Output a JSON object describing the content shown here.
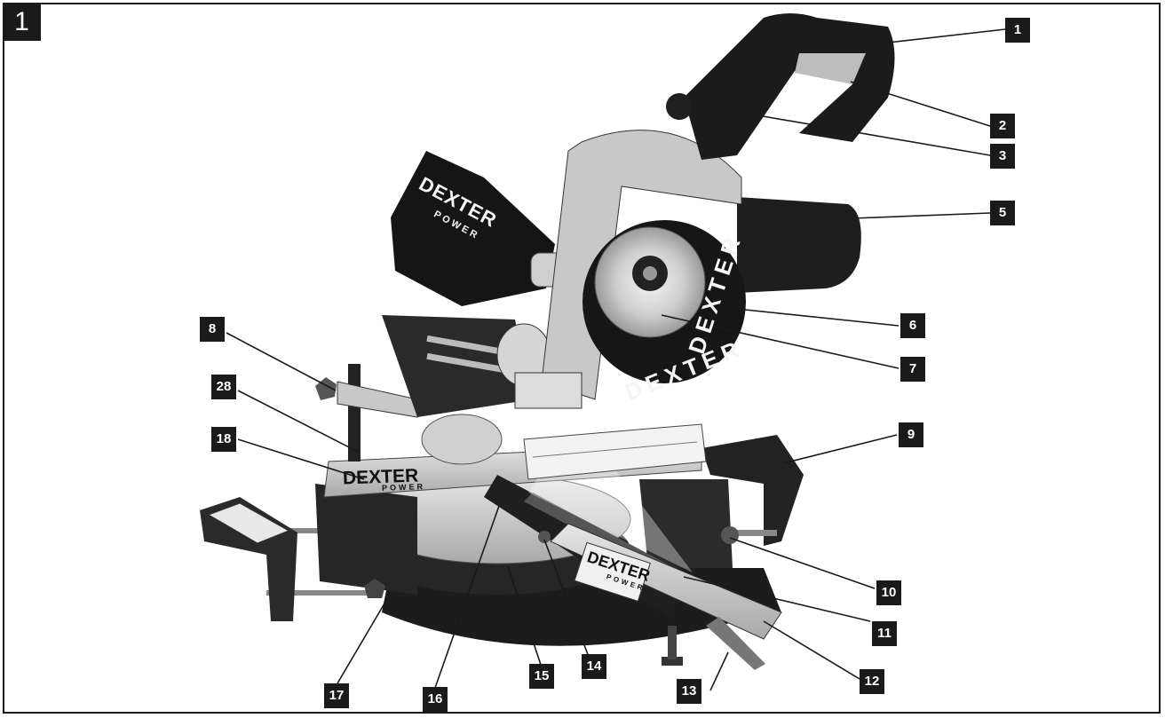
{
  "figure": {
    "number": "1"
  },
  "branding": {
    "bag_logo": "DEXTER",
    "bag_logo_sub": "POWER",
    "guard_logo_a": "DEXTER",
    "guard_logo_b": "DEXTER",
    "fence_logo": "DEXTER",
    "fence_logo_sub": "POWER",
    "rail_logo": "DEXTER",
    "rail_logo_sub": "POWER"
  },
  "callouts": [
    {
      "id": "c1",
      "label": "1"
    },
    {
      "id": "c2",
      "label": "2"
    },
    {
      "id": "c3",
      "label": "3"
    },
    {
      "id": "c5",
      "label": "5"
    },
    {
      "id": "c6",
      "label": "6"
    },
    {
      "id": "c7",
      "label": "7"
    },
    {
      "id": "c8",
      "label": "8"
    },
    {
      "id": "c28",
      "label": "28"
    },
    {
      "id": "c18",
      "label": "18"
    },
    {
      "id": "c9",
      "label": "9"
    },
    {
      "id": "c10",
      "label": "10"
    },
    {
      "id": "c11",
      "label": "11"
    },
    {
      "id": "c12",
      "label": "12"
    },
    {
      "id": "c13",
      "label": "13"
    },
    {
      "id": "c14",
      "label": "14"
    },
    {
      "id": "c15",
      "label": "15"
    },
    {
      "id": "c16",
      "label": "16"
    },
    {
      "id": "c17",
      "label": "17"
    }
  ],
  "colors": {
    "ink": "#1a1a1a",
    "body": "#2b2b2b",
    "metal": "#c8c8c8",
    "light": "#e4e4e4"
  }
}
